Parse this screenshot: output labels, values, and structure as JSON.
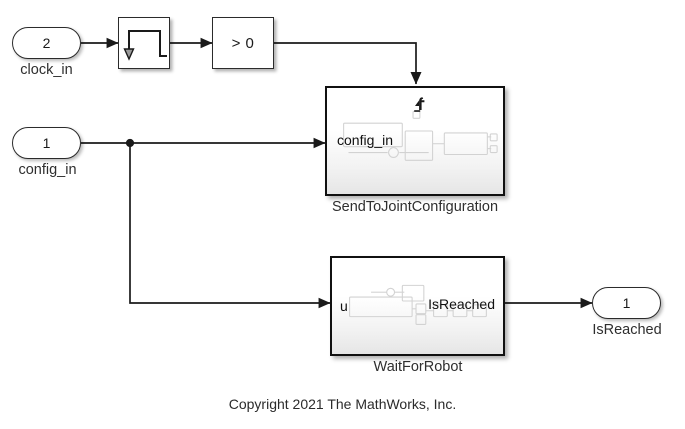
{
  "diagram": {
    "title": "Simulink block diagram",
    "background": "#ffffff",
    "line_color": "#1a1a1a",
    "block_border": "#2b2b2b",
    "subsystem_border": "#111111"
  },
  "ports": {
    "inports": [
      {
        "name": "clock-inport",
        "number": "2",
        "label": "clock_in"
      },
      {
        "name": "config-inport",
        "number": "1",
        "label": "config_in"
      }
    ],
    "outports": [
      {
        "name": "isreached-outport",
        "number": "1",
        "label": "IsReached"
      }
    ]
  },
  "blocks": [
    {
      "name": "detect-decrease-block",
      "icon": "falling-edge-pulse-icon",
      "label": "",
      "caption": ""
    },
    {
      "name": "compare-to-zero-block",
      "icon": "relational-operator-icon",
      "label": "> 0",
      "caption": ""
    },
    {
      "name": "send-to-joint-configuration-subsystem",
      "icon": "function-call-trigger-icon",
      "label": "config_in",
      "caption": "SendToJointConfiguration",
      "trigger": "function-call"
    },
    {
      "name": "wait-for-robot-subsystem",
      "icon": "subsystem-icon",
      "input_label": "u",
      "output_label": "IsReached",
      "caption": "WaitForRobot"
    }
  ],
  "signals": [
    {
      "name": "clock-to-detector",
      "from": "clock_in",
      "to": "detect-decrease-block"
    },
    {
      "name": "detector-to-compare",
      "from": "detect-decrease-block",
      "to": "compare-to-zero-block"
    },
    {
      "name": "compare-to-trigger",
      "from": "compare-to-zero-block",
      "to": "SendToJointConfiguration trigger"
    },
    {
      "name": "config-to-send",
      "from": "config_in",
      "to": "SendToJointConfiguration"
    },
    {
      "name": "config-branch-to-wait",
      "from": "config_in",
      "to": "WaitForRobot"
    },
    {
      "name": "wait-to-outport",
      "from": "WaitForRobot",
      "to": "IsReached"
    }
  ],
  "footer": {
    "copyright": "Copyright 2021 The MathWorks, Inc."
  }
}
